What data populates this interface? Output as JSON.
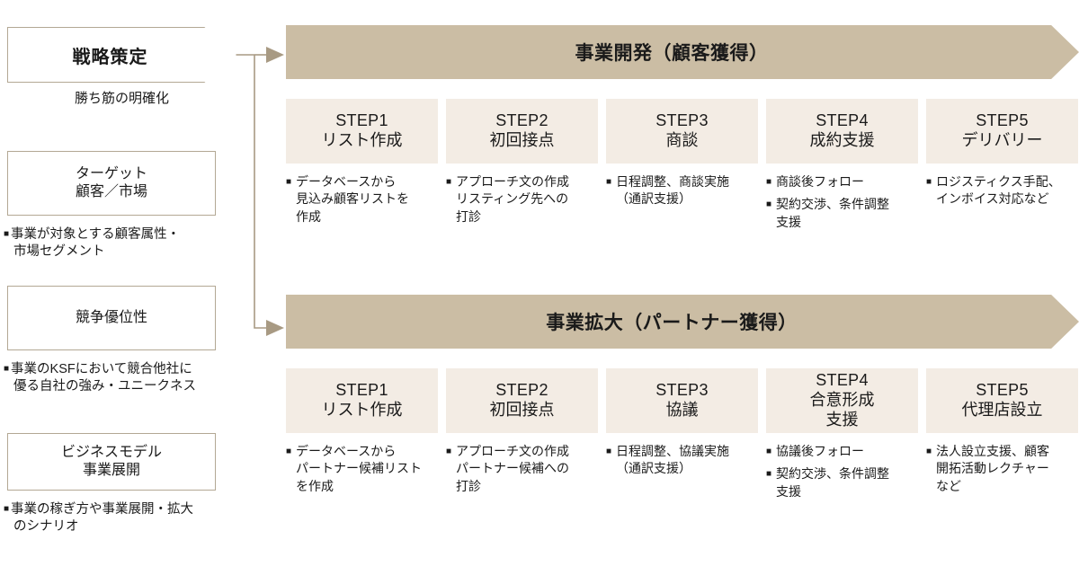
{
  "left_column": {
    "chevron": {
      "label": "戦略策定",
      "subtitle": "勝ち筋の明確化"
    },
    "boxes": [
      {
        "title_line1": "ターゲット",
        "title_line2": "顧客／市場",
        "note_line1": "事業が対象とする顧客属性・",
        "note_line2": "市場セグメント"
      },
      {
        "title_line1": "競争優位性",
        "title_line2": "",
        "note_line1": "事業のKSFにおいて競合他社に",
        "note_line2": "優る自社の強み・ユニークネス"
      },
      {
        "title_line1": "ビジネスモデル",
        "title_line2": "事業展開",
        "note_line1": "事業の稼ぎ方や事業展開・拡大",
        "note_line2": "のシナリオ"
      }
    ]
  },
  "rows": [
    {
      "banner_title": "事業開発（顧客獲得）",
      "steps": [
        {
          "step_no": "STEP1",
          "step_name_line1": "リスト作成",
          "step_name_line2": "",
          "notes": [
            [
              "データベースから",
              "見込み顧客リストを",
              "作成"
            ]
          ]
        },
        {
          "step_no": "STEP2",
          "step_name_line1": "初回接点",
          "step_name_line2": "",
          "notes": [
            [
              "アプローチ文の作成",
              "リスティング先への",
              "打診"
            ]
          ]
        },
        {
          "step_no": "STEP3",
          "step_name_line1": "商談",
          "step_name_line2": "",
          "notes": [
            [
              "日程調整、商談実施",
              "（通訳支援）"
            ]
          ]
        },
        {
          "step_no": "STEP4",
          "step_name_line1": "成約支援",
          "step_name_line2": "",
          "notes": [
            [
              "商談後フォロー"
            ],
            [
              "契約交渉、条件調整",
              "支援"
            ]
          ]
        },
        {
          "step_no": "STEP5",
          "step_name_line1": "デリバリー",
          "step_name_line2": "",
          "notes": [
            [
              "ロジスティクス手配、",
              "インボイス対応など"
            ]
          ]
        }
      ]
    },
    {
      "banner_title": "事業拡大（パートナー獲得）",
      "steps": [
        {
          "step_no": "STEP1",
          "step_name_line1": "リスト作成",
          "step_name_line2": "",
          "notes": [
            [
              "データベースから",
              "パートナー候補リスト",
              "を作成"
            ]
          ]
        },
        {
          "step_no": "STEP2",
          "step_name_line1": "初回接点",
          "step_name_line2": "",
          "notes": [
            [
              "アプローチ文の作成",
              "パートナー候補への",
              "打診"
            ]
          ]
        },
        {
          "step_no": "STEP3",
          "step_name_line1": "協議",
          "step_name_line2": "",
          "notes": [
            [
              "日程調整、協議実施",
              "（通訳支援）"
            ]
          ]
        },
        {
          "step_no": "STEP4",
          "step_name_line1": "合意形成",
          "step_name_line2": "支援",
          "notes": [
            [
              "協議後フォロー"
            ],
            [
              "契約交渉、条件調整",
              "支援"
            ]
          ]
        },
        {
          "step_no": "STEP5",
          "step_name_line1": "代理店設立",
          "step_name_line2": "",
          "notes": [
            [
              "法人設立支援、顧客",
              "開拓活動レクチャー",
              "など"
            ]
          ]
        }
      ]
    }
  ],
  "colors": {
    "banner_fill": "#cbbda4",
    "step_fill": "#f3ece4",
    "outline": "#b3a894",
    "connector": "#a89a83",
    "text": "#1a1a1a"
  },
  "bullet_glyph": "■"
}
